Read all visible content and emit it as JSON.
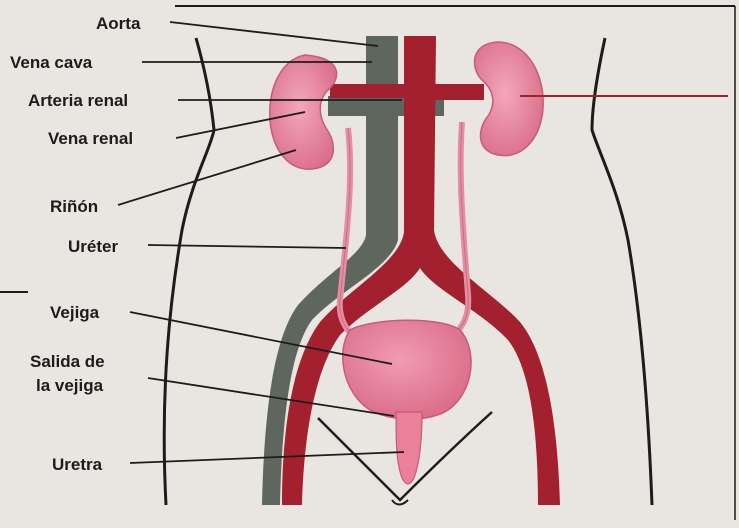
{
  "labels": {
    "aorta": "Aorta",
    "vena_cava": "Vena cava",
    "arteria_renal": "Arteria renal",
    "vena_renal": "Vena renal",
    "rinon": "Riñón",
    "ureter": "Uréter",
    "vejiga": "Vejiga",
    "salida_line1": "Salida de",
    "salida_line2": "la vejiga",
    "uretra": "Uretra"
  },
  "colors": {
    "background": "#e9e6e1",
    "kidney": "#e98aa2",
    "artery": "#a3202e",
    "vein": "#5e665e",
    "ureter": "#e58ea2",
    "bladder": "#ea8199",
    "body_outline": "#1c1c1c"
  }
}
